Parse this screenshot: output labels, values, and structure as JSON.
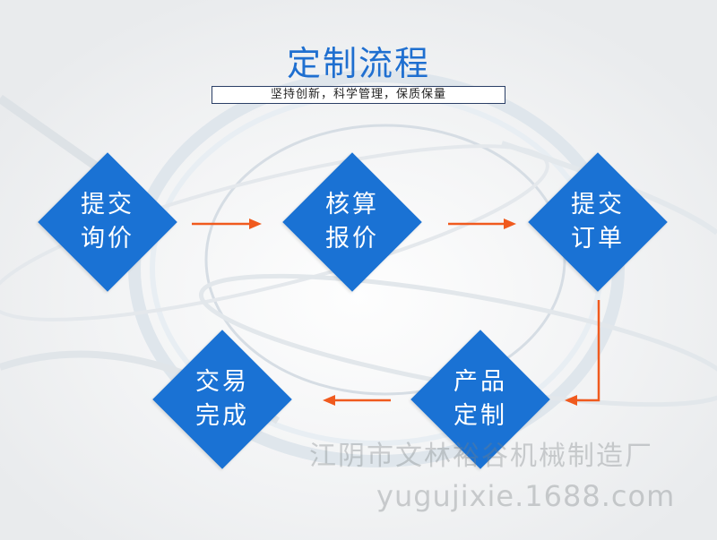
{
  "header": {
    "title": "定制流程",
    "subtitle": "坚持创新，科学管理，保质保量"
  },
  "steps": [
    {
      "line1": "提交",
      "line2": "询价"
    },
    {
      "line1": "核算",
      "line2": "报价"
    },
    {
      "line1": "提交",
      "line2": "订单"
    },
    {
      "line1": "产品",
      "line2": "定制"
    },
    {
      "line1": "交易",
      "line2": "完成"
    }
  ],
  "watermark": {
    "company": "江阴市文林裕谷机械制造厂",
    "url": "yugujixie.1688.com"
  },
  "colors": {
    "accent": "#1a72d4",
    "title": "#1f6fd0",
    "arrow": "#f05a1e"
  }
}
